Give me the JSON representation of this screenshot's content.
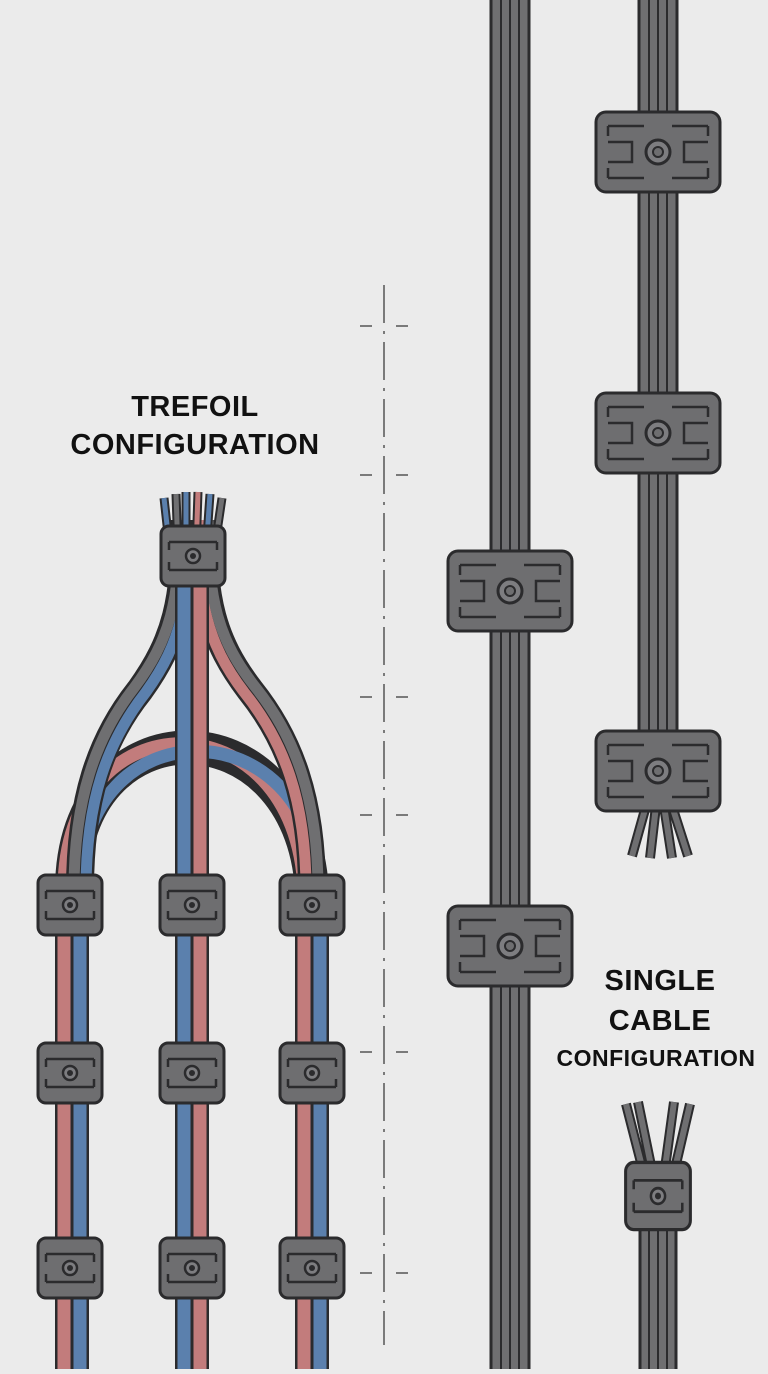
{
  "labels": {
    "trefoil_line1": "TREFOIL",
    "trefoil_line2": "CONFIGURATION",
    "single_line1": "SINGLE",
    "single_line2": "CABLE",
    "single_line3": "CONFIGURATION"
  },
  "colors": {
    "background": "#ebebeb",
    "cable_gray": "#6f6f71",
    "cable_blue": "#5b80ad",
    "cable_red": "#c27c7c",
    "clamp_gray": "#6e6e70",
    "outline": "#2b2b2d",
    "dimension_line": "#7a7a7a"
  }
}
